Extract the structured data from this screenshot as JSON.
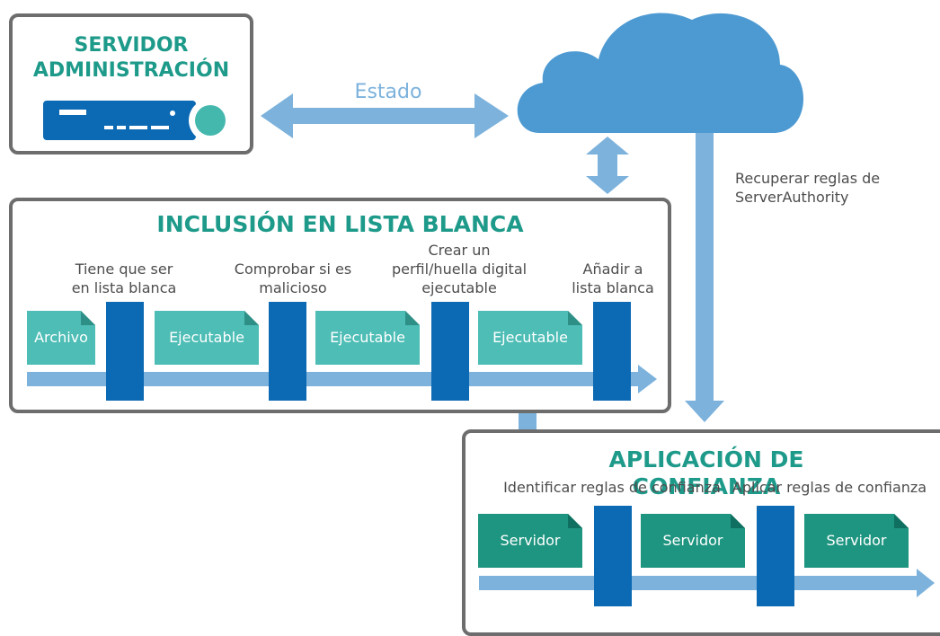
{
  "colors": {
    "teal_title": "#1e9a8a",
    "doc_light": "#4dbdb5",
    "doc_dark": "#1e9580",
    "gate_blue": "#0c69b3",
    "arrow_blue": "#7cb2dc",
    "cloud_blue": "#4d9ad2",
    "box_border": "#6d6d6d"
  },
  "admin_server": {
    "title_line1": "SERVIDOR",
    "title_line2": "ADMINISTRACIÓN",
    "icon": "server-icon"
  },
  "cloud": {
    "icon": "cloud-icon"
  },
  "status_link": {
    "label": "Estado"
  },
  "retrieve_rules": {
    "line1": "Recuperar reglas de",
    "line2": "ServerAuthority"
  },
  "whitelisting": {
    "title": "INCLUSIÓN EN LISTA BLANCA",
    "steps": [
      {
        "line1": "Tiene que ser",
        "line2": "en lista blanca",
        "line3": ""
      },
      {
        "line1": "Comprobar si es",
        "line2": "malicioso",
        "line3": ""
      },
      {
        "line1": "Crear un",
        "line2": "perfil/huella digital",
        "line3": "ejecutable"
      },
      {
        "line1": "Añadir a",
        "line2": "lista blanca",
        "line3": ""
      }
    ],
    "docs": [
      "Archivo",
      "Ejecutable",
      "Ejecutable",
      "Ejecutable"
    ]
  },
  "trusted_app": {
    "title": "APLICACIÓN DE CONFIANZA",
    "steps": [
      "Identificar reglas de confianza",
      "Aplicar reglas de confianza"
    ],
    "docs": [
      "Servidor",
      "Servidor",
      "Servidor"
    ]
  }
}
